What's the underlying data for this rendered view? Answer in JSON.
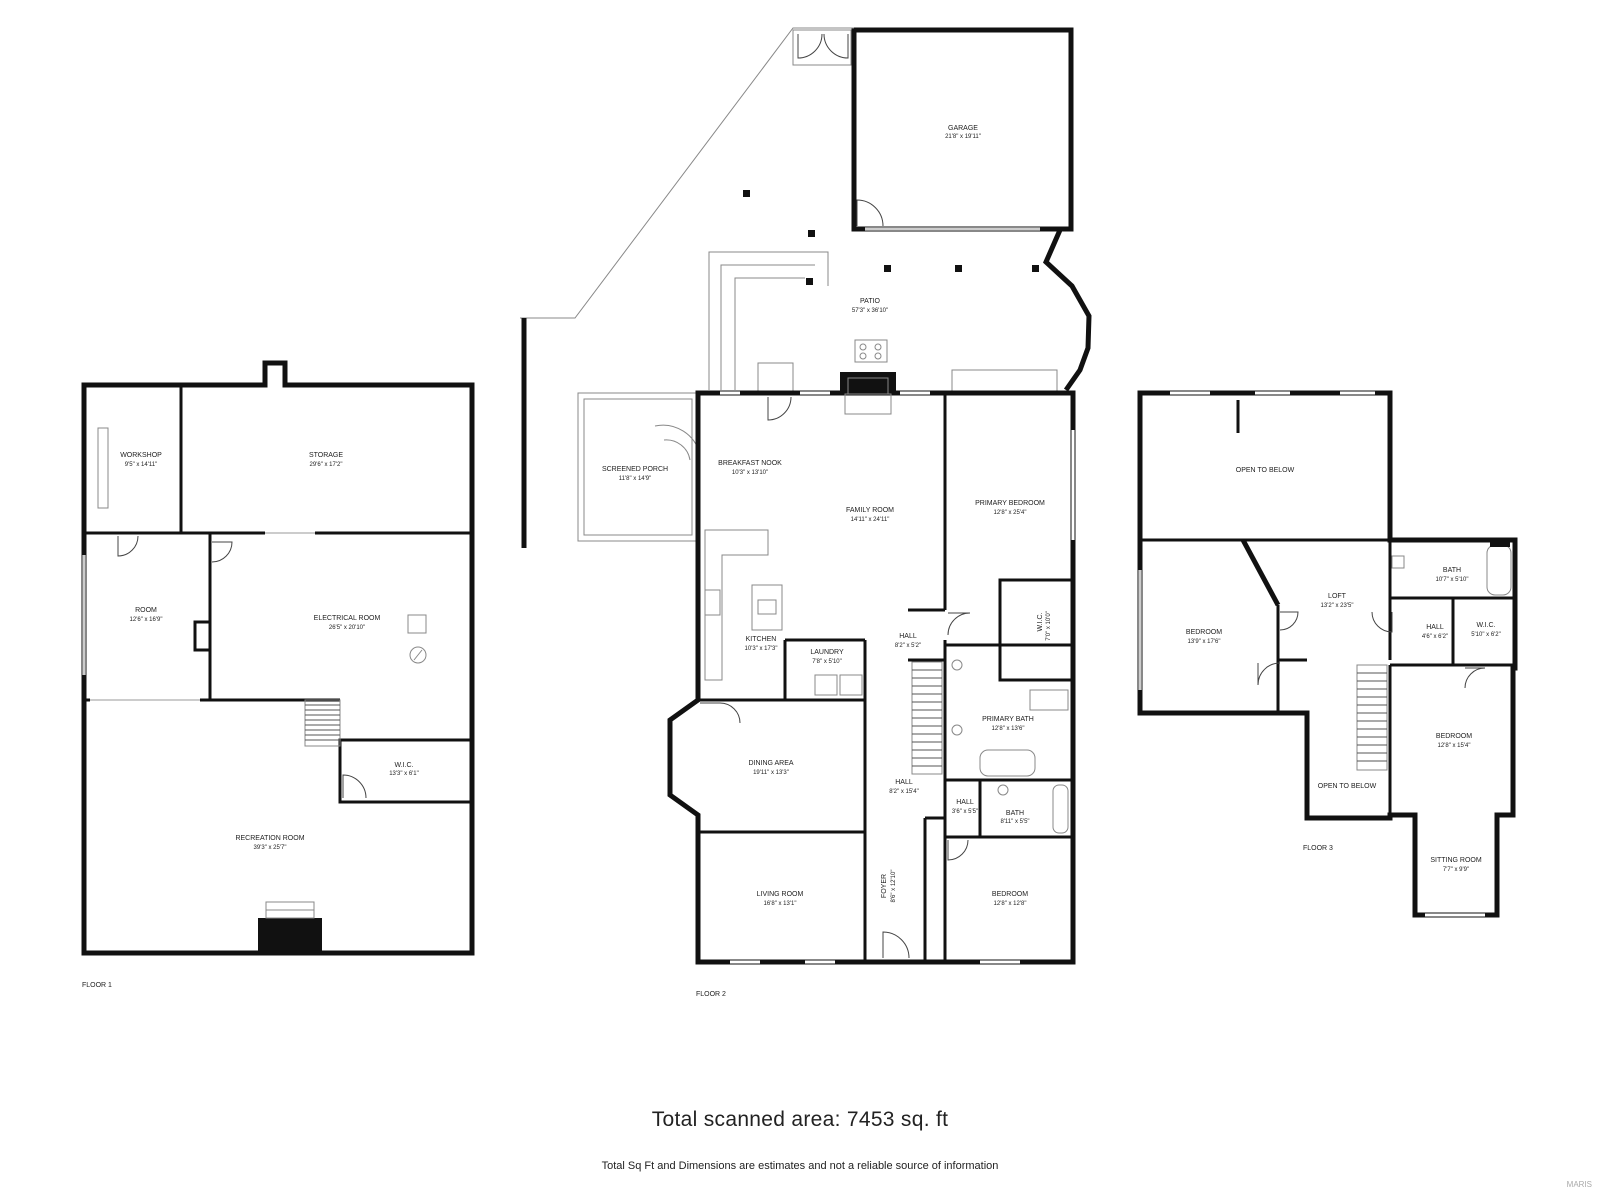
{
  "floors": [
    {
      "label": "FLOOR 1",
      "rooms": [
        {
          "name": "WORKSHOP",
          "dim": "9'5\" x 14'11\""
        },
        {
          "name": "STORAGE",
          "dim": "29'6\" x 17'2\""
        },
        {
          "name": "ROOM",
          "dim": "12'6\" x 16'9\""
        },
        {
          "name": "ELECTRICAL ROOM",
          "dim": "26'5\" x 20'10\""
        },
        {
          "name": "W.I.C.",
          "dim": "13'3\" x 6'1\""
        },
        {
          "name": "RECREATION ROOM",
          "dim": "39'3\" x 25'7\""
        }
      ]
    },
    {
      "label": "FLOOR 2",
      "rooms": [
        {
          "name": "GARAGE",
          "dim": "21'8\" x 19'11\""
        },
        {
          "name": "PATIO",
          "dim": "57'3\" x 36'10\""
        },
        {
          "name": "SCREENED PORCH",
          "dim": "11'8\" x 14'9\""
        },
        {
          "name": "BREAKFAST NOOK",
          "dim": "10'3\" x 13'10\""
        },
        {
          "name": "FAMILY ROOM",
          "dim": "14'11\" x 24'11\""
        },
        {
          "name": "PRIMARY BEDROOM",
          "dim": "12'8\" x 25'4\""
        },
        {
          "name": "KITCHEN",
          "dim": "10'3\" x 17'3\""
        },
        {
          "name": "LAUNDRY",
          "dim": "7'8\" x 5'10\""
        },
        {
          "name": "HALL",
          "dim": "8'2\" x 5'2\""
        },
        {
          "name": "W.I.C.",
          "dim": "7'0\" x 10'0\""
        },
        {
          "name": "PRIMARY BATH",
          "dim": "12'8\" x 13'6\""
        },
        {
          "name": "DINING AREA",
          "dim": "19'11\" x 13'3\""
        },
        {
          "name": "HALL",
          "dim": "8'2\" x 15'4\""
        },
        {
          "name": "HALL",
          "dim": "3'6\" x 5'5\""
        },
        {
          "name": "BATH",
          "dim": "8'11\" x 5'5\""
        },
        {
          "name": "LIVING ROOM",
          "dim": "16'8\" x 13'1\""
        },
        {
          "name": "FOYER",
          "dim": "8'6\" x 12'10\""
        },
        {
          "name": "BEDROOM",
          "dim": "12'8\" x 12'8\""
        }
      ]
    },
    {
      "label": "FLOOR 3",
      "rooms": [
        {
          "name": "OPEN TO BELOW",
          "dim": ""
        },
        {
          "name": "BATH",
          "dim": "10'7\" x 5'10\""
        },
        {
          "name": "LOFT",
          "dim": "13'2\" x 23'5\""
        },
        {
          "name": "BEDROOM",
          "dim": "13'9\" x 17'6\""
        },
        {
          "name": "HALL",
          "dim": "4'6\" x 6'2\""
        },
        {
          "name": "W.I.C.",
          "dim": "5'10\" x 6'2\""
        },
        {
          "name": "BEDROOM",
          "dim": "12'8\" x 15'4\""
        },
        {
          "name": "OPEN TO BELOW",
          "dim": ""
        },
        {
          "name": "SITTING ROOM",
          "dim": "7'7\" x 9'9\""
        }
      ]
    }
  ],
  "footer": {
    "total": "Total scanned area: 7453 sq. ft",
    "disclaimer": "Total Sq Ft and Dimensions are estimates and not a reliable source of information",
    "watermark": "MARIS"
  }
}
